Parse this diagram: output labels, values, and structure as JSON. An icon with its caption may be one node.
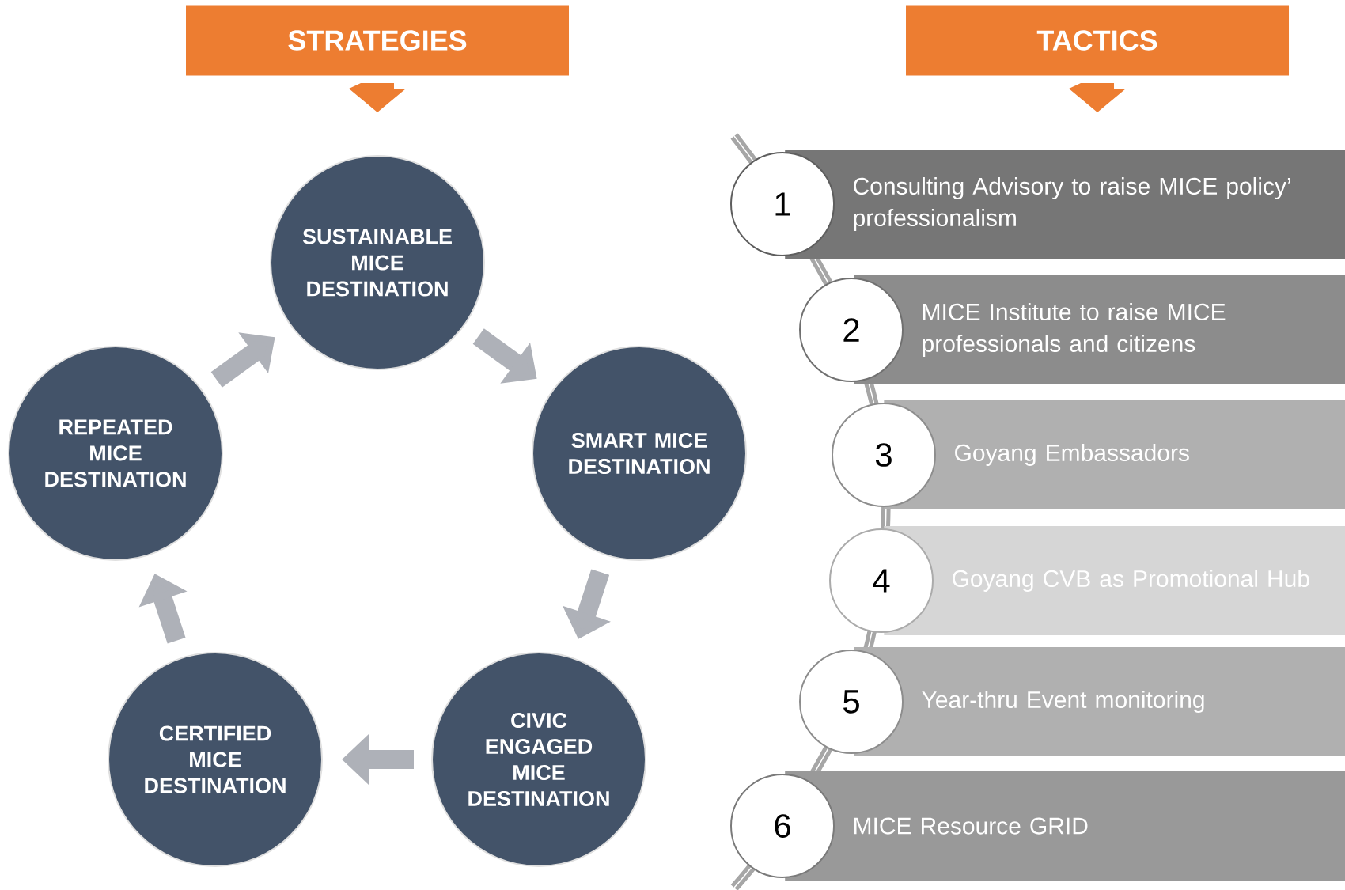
{
  "diagram": {
    "nodes": [
      {
        "text": [
          "STRATEGIES"
        ]
      },
      {
        "text": [
          "TACTICS"
        ]
      },
      {
        "text": [
          "SUSTAINABLE MICE DESTINATION"
        ]
      },
      {
        "text": [
          "SMART MICE DESTINATION"
        ]
      },
      {
        "text": [
          "CIVIC ENGAGED MICE DESTINATION"
        ]
      },
      {
        "text": [
          "CERTIFIED MICE DESTINATION"
        ]
      },
      {
        "text": [
          "REPEATED MICE DESTINATION"
        ]
      },
      {
        "text": [
          "1",
          "Consulting Advisory to raise MICE policy’ professionalism"
        ]
      },
      {
        "text": [
          "2",
          "MICE Institute to raise MICE professionals and citizens"
        ]
      },
      {
        "text": [
          "3",
          "Goyang Embassadors"
        ]
      },
      {
        "text": [
          "4",
          "Goyang CVB as Promotional Hub"
        ]
      },
      {
        "text": [
          "5",
          "Year-thru Event monitoring"
        ]
      },
      {
        "text": [
          "6",
          "MICE Resource GRID"
        ]
      }
    ],
    "edges": [
      {
        "from": 2,
        "to": 3,
        "arrow": "to"
      },
      {
        "from": 3,
        "to": 4,
        "arrow": "to"
      },
      {
        "from": 4,
        "to": 5,
        "arrow": "to"
      },
      {
        "from": 5,
        "to": 6,
        "arrow": "to"
      },
      {
        "from": 6,
        "to": 2,
        "arrow": "to"
      }
    ]
  }
}
